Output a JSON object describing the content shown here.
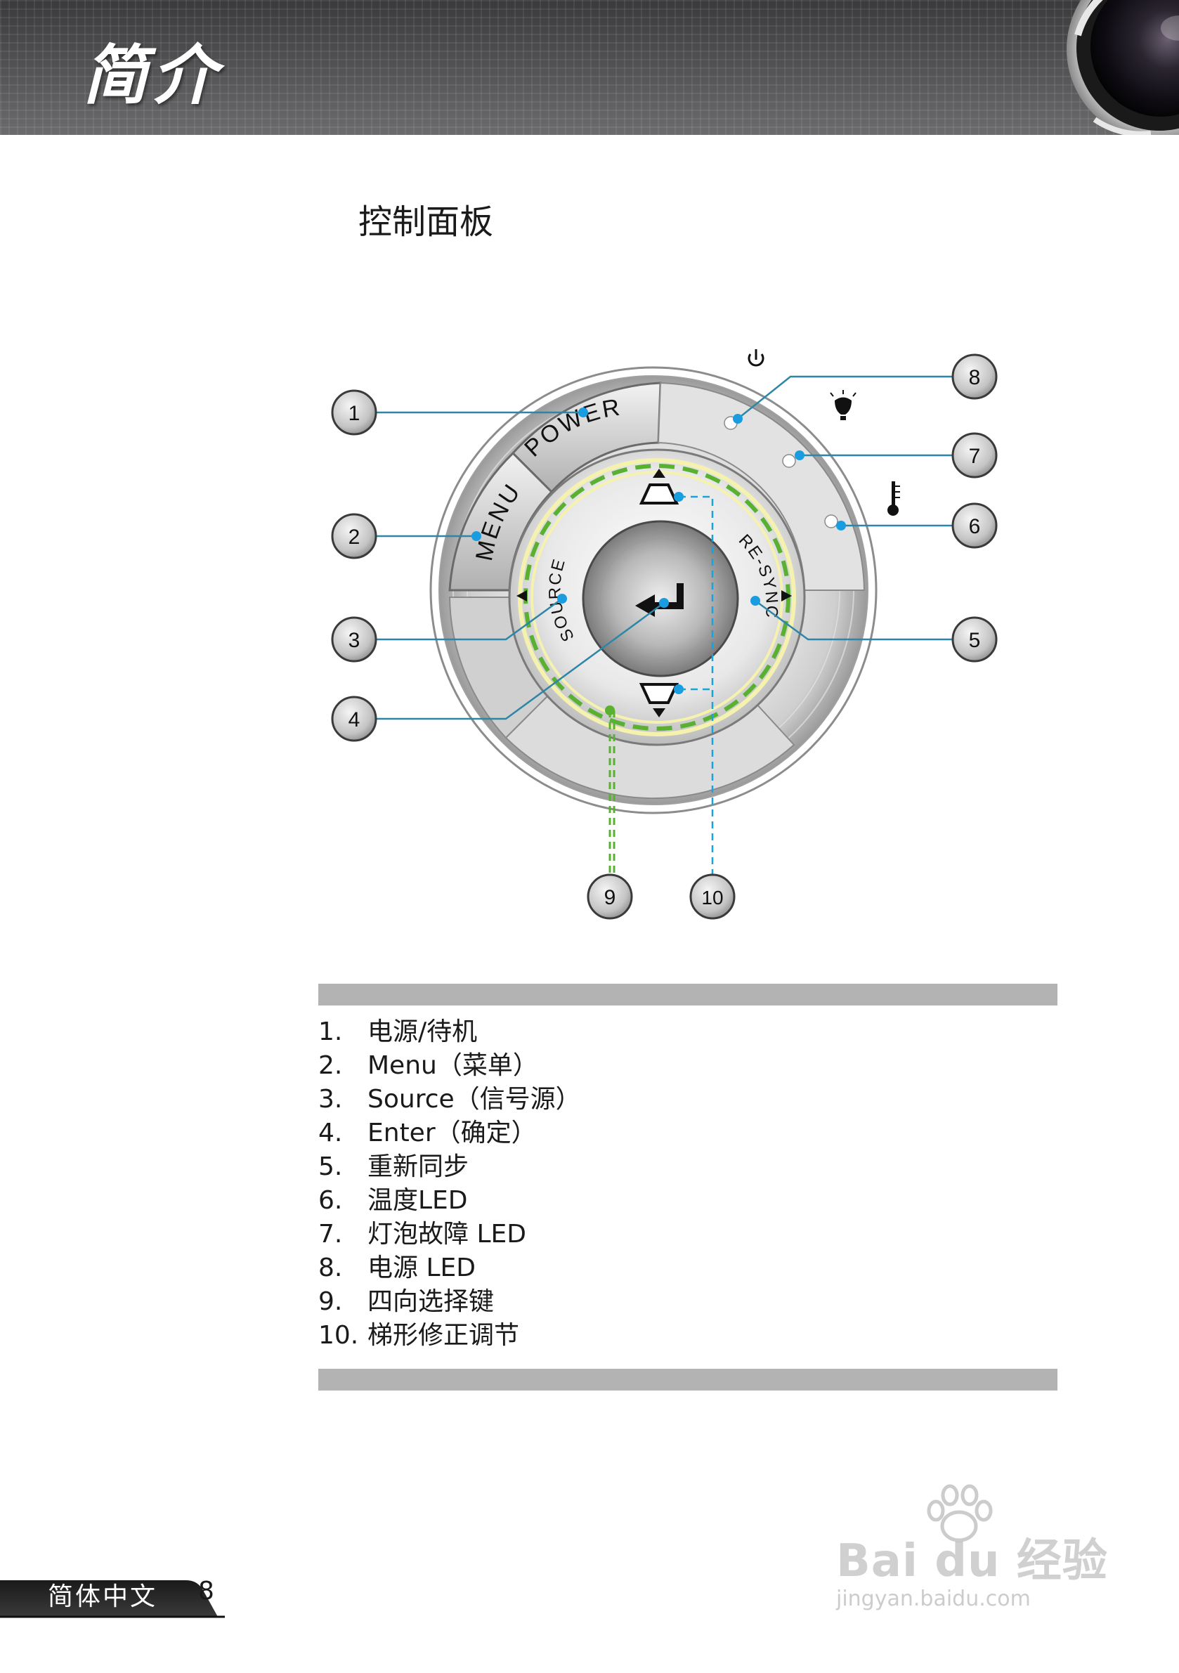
{
  "header": {
    "title": "简介"
  },
  "section": {
    "title": "控制面板"
  },
  "diagram": {
    "buttons": {
      "power": "POWER",
      "menu": "MENU",
      "source": "SOURCE",
      "resync": "RE-SYNC"
    },
    "callouts": [
      "1",
      "2",
      "3",
      "4",
      "5",
      "6",
      "7",
      "8",
      "9",
      "10"
    ],
    "indicator_icons": [
      "power-icon",
      "lamp-icon",
      "thermometer-icon"
    ],
    "colors": {
      "leader_line": "#2e86a6",
      "four_way_ring": "#5ab030",
      "keystone_line": "#1aa3d9",
      "callout_circle": "#c4c4c4"
    }
  },
  "list": {
    "items": [
      {
        "num": "1.",
        "text": "电源/待机"
      },
      {
        "num": "2.",
        "text": "Menu（菜单）"
      },
      {
        "num": "3.",
        "text": "Source（信号源）"
      },
      {
        "num": "4.",
        "text": "Enter（确定）"
      },
      {
        "num": "5.",
        "text": "重新同步"
      },
      {
        "num": "6.",
        "text": "温度LED"
      },
      {
        "num": "7.",
        "text": "灯泡故障 LED"
      },
      {
        "num": "8.",
        "text": "电源 LED"
      },
      {
        "num": "9.",
        "text": "四向选择键"
      },
      {
        "num": "10.",
        "text": "梯形修正调节"
      }
    ]
  },
  "footer": {
    "language": "简体中文",
    "page_number": "8"
  },
  "watermark": {
    "brand": "Bai du 经验",
    "url": "jingyan.baidu.com"
  }
}
